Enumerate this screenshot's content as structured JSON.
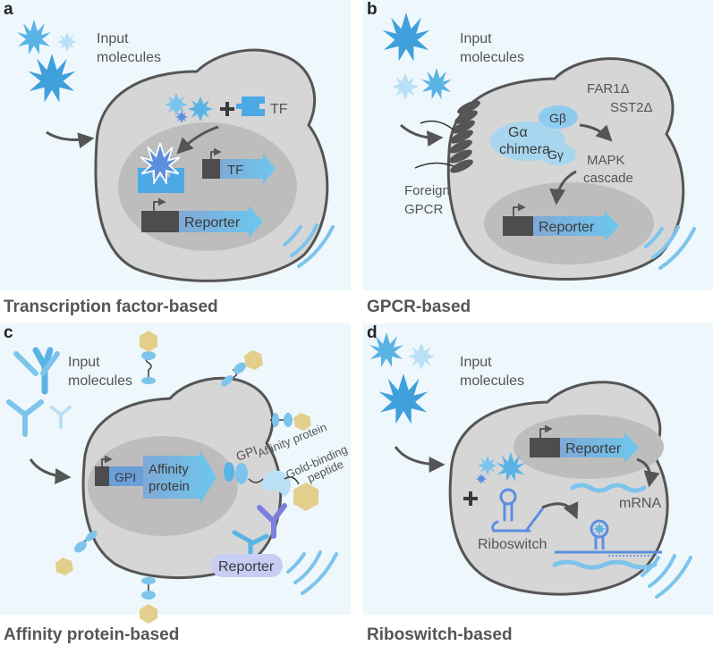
{
  "panels": {
    "a": {
      "letter": "a",
      "caption": "Transcription factor-based",
      "input_label_line1": "Input",
      "input_label_line2": "molecules",
      "tf_label": "TF",
      "tf_gene": "TF",
      "reporter": "Reporter"
    },
    "b": {
      "letter": "b",
      "caption": "GPCR-based",
      "input_label_line1": "Input",
      "input_label_line2": "molecules",
      "far1": "FAR1Δ",
      "sst2": "SST2Δ",
      "gbeta": "Gβ",
      "galpha": "Gα",
      "chimera": "chimera",
      "ggamma": "Gγ",
      "mapk_line1": "MAPK",
      "mapk_line2": "cascade",
      "foreign_line1": "Foreign",
      "foreign_line2": "GPCR",
      "reporter": "Reporter"
    },
    "c": {
      "letter": "c",
      "caption": "Affinity protein-based",
      "input_label_line1": "Input",
      "input_label_line2": "molecules",
      "gpi_gene": "GPI",
      "affinity_line1": "Affinity",
      "affinity_line2": "protein",
      "gpi_label": "GPI",
      "affinity_protein_label": "Affinity protein",
      "gold_line1": "Gold-binding",
      "gold_line2": "peptide",
      "reporter": "Reporter"
    },
    "d": {
      "letter": "d",
      "caption": "Riboswitch-based",
      "input_label_line1": "Input",
      "input_label_line2": "molecules",
      "reporter": "Reporter",
      "mrna": "mRNA",
      "riboswitch": "Riboswitch"
    }
  },
  "colors": {
    "panel_bg": "#eef7fb",
    "cell_fill": "#d6d6d6",
    "cell_stroke": "#555555",
    "nucleus_fill": "#bdbdbd",
    "blue_dark": "#3fa0dc",
    "blue_mid": "#7cc4ec",
    "blue_light": "#b9e0f5",
    "gene_dark": "#4d4d4d",
    "purple": "#7a7fe0",
    "gold": "#e3cf8b"
  }
}
